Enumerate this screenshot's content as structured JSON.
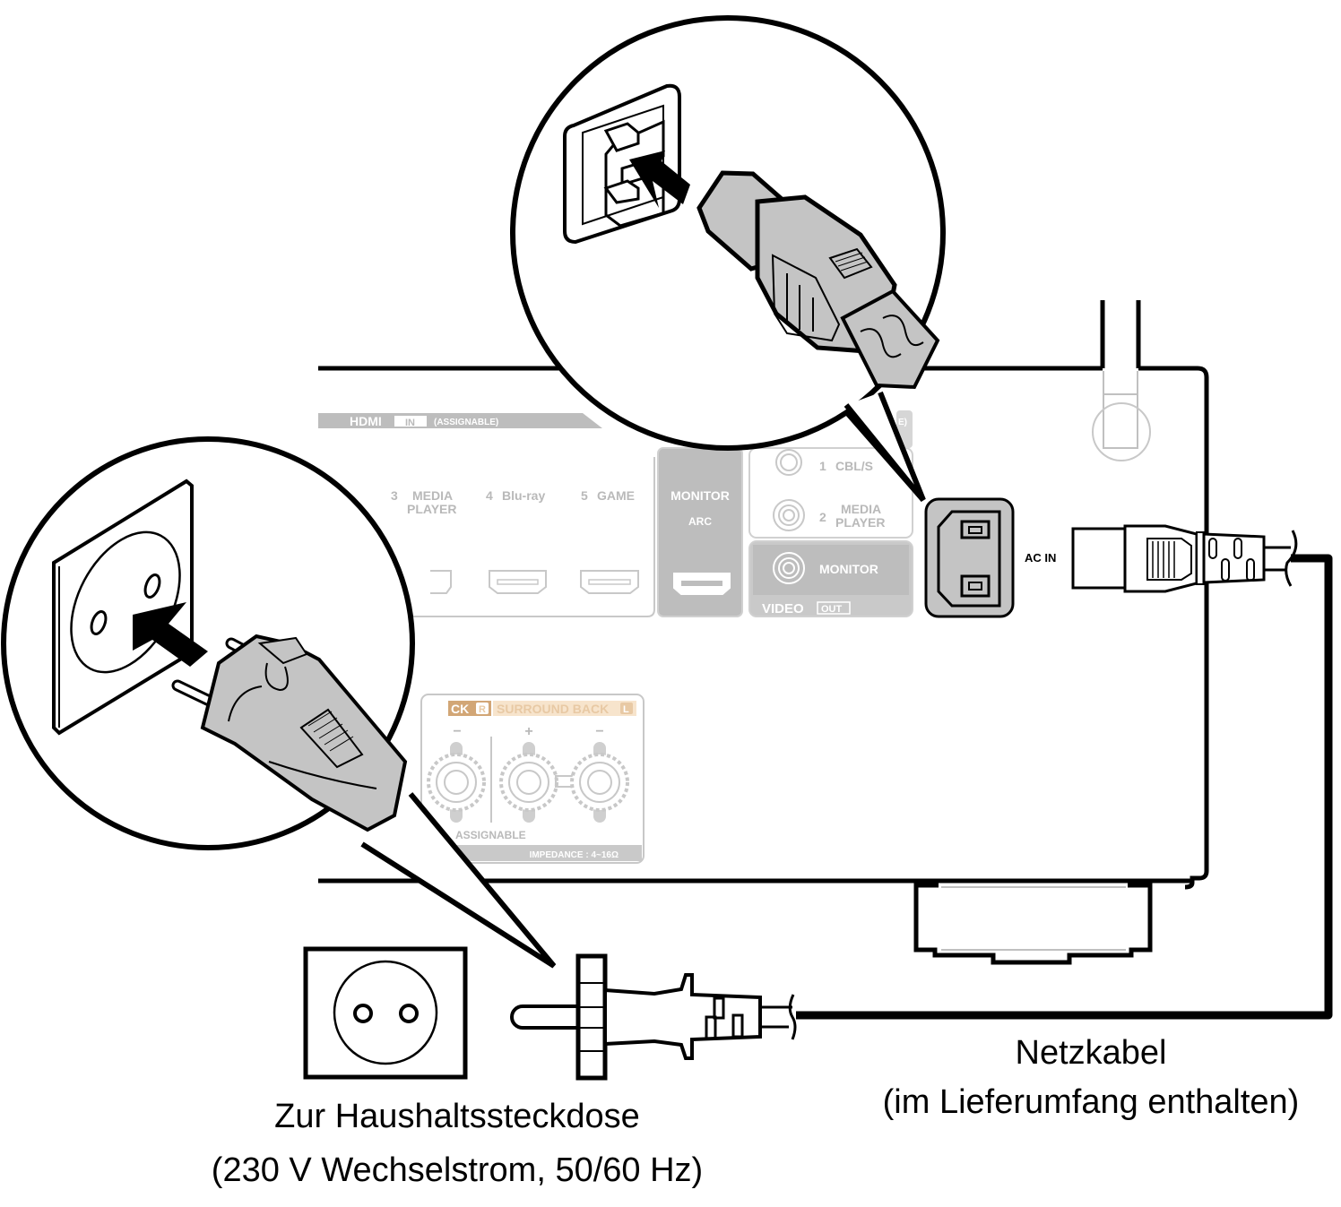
{
  "diagram": {
    "title": "Power cord connection",
    "colors": {
      "line": "#000000",
      "panel_gray": "#bdbdbd",
      "panel_light": "#c9c9c9",
      "connector_fill": "#c4c4c4",
      "surround_accent": "#f7e4cc",
      "surround_accent_dark": "#d2a676"
    },
    "rear_panel": {
      "hdmi_header": "HDMI",
      "hdmi_in_badge": "IN",
      "hdmi_assignable": "(ASSIGNABLE)",
      "hdmi_inputs": [
        {
          "number": "3",
          "line1": "MEDIA",
          "line2": "PLAYER"
        },
        {
          "number": "4",
          "line1": "Blu-ray",
          "line2": ""
        },
        {
          "number": "5",
          "line1": "GAME",
          "line2": ""
        }
      ],
      "hdmi_out": {
        "label": "MONITOR",
        "sublabel": "ARC"
      },
      "video_inputs": [
        {
          "number": "1",
          "label": "CBL/S"
        },
        {
          "number": "2",
          "line1": "MEDIA",
          "line2": "PLAYER"
        }
      ],
      "video_monitor": "MONITOR",
      "video_header": "VIDEO",
      "video_out_badge": "OUT",
      "partial_badge": "E)",
      "speaker_header_left": "CK",
      "speaker_header_left_badge": "R",
      "speaker_header_right": "SURROUND BACK",
      "speaker_header_right_badge": "L",
      "speaker_polarity": [
        "−",
        "+",
        "−"
      ],
      "speaker_assignable": "ASSIGNABLE",
      "impedance": "IMPEDANCE : 4~16Ω",
      "ac_in_label": "AC IN"
    },
    "labels": {
      "outlet_line1": "Zur Haushaltssteckdose",
      "outlet_line2": "(230 V Wechselstrom, 50/60 Hz)",
      "cable_line1": "Netzkabel",
      "cable_line2": "(im Lieferumfang enthalten)"
    },
    "icons": {
      "iec_inlet": "iec-c14-inlet-icon",
      "iec_plug": "iec-c13-plug-icon",
      "wall_outlet": "schuko-outlet-icon",
      "mains_plug": "euro-plug-icon",
      "insert_arrow": "insert-arrow-icon"
    }
  }
}
